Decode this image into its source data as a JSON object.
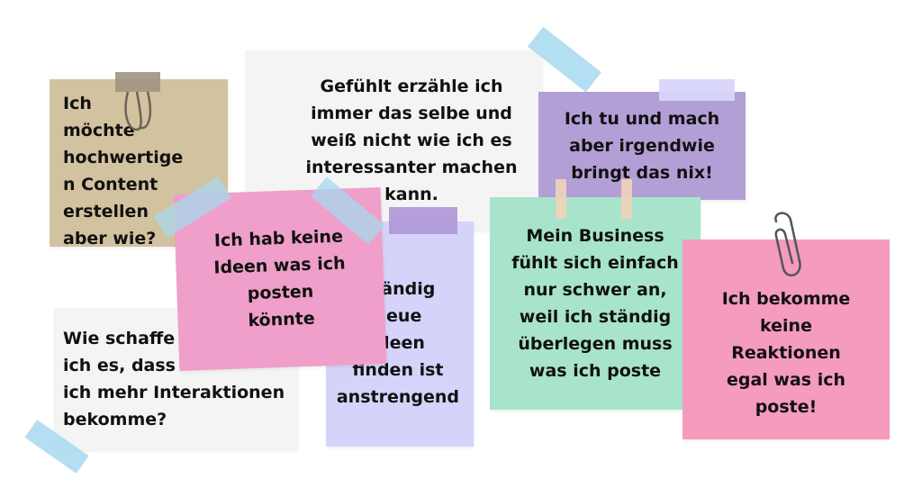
{
  "colors": {
    "beige": "#d3c29f",
    "white_note": "#f4f4f4",
    "purple": "#b29fd6",
    "pink": "#ef9fc9",
    "lavender": "#d6d3fa",
    "mint": "#a7e4cb",
    "hot_pink": "#f59bbd",
    "tape_blue": "#a7d8ee",
    "tape_purple": "#b09ad8",
    "tape_peach": "#f0d3b8"
  },
  "notes": {
    "beige": "Ich\nmöchte\nhochwertige\nn Content\nerstellen\naber wie?",
    "gray_top": "Gefühlt erzähle ich\nimmer das selbe und\nweiß nicht wie ich es\ninteressanter machen\nkann.",
    "purple": "Ich tu und mach\naber irgendwie\nbringt das nix!",
    "pink": "Ich hab keine\nIdeen was ich\nposten\nkönnte",
    "lavender": "Ständig\nneue\nIdeen\nfinden ist\nanstrengend",
    "mint": "Mein Business\nfühlt sich einfach\nnur schwer an,\nweil ich ständig\nüberlegen muss\nwas ich poste",
    "hot_pink": "Ich bekomme\nkeine\nReaktionen\negal was ich\nposte!",
    "gray_bottom": "Wie schaffe\nich es, dass\nich mehr Interaktionen\nbekomme?"
  },
  "icons": {
    "binder_clip": "binder-clip-icon",
    "paper_clip": "paper-clip-icon"
  }
}
